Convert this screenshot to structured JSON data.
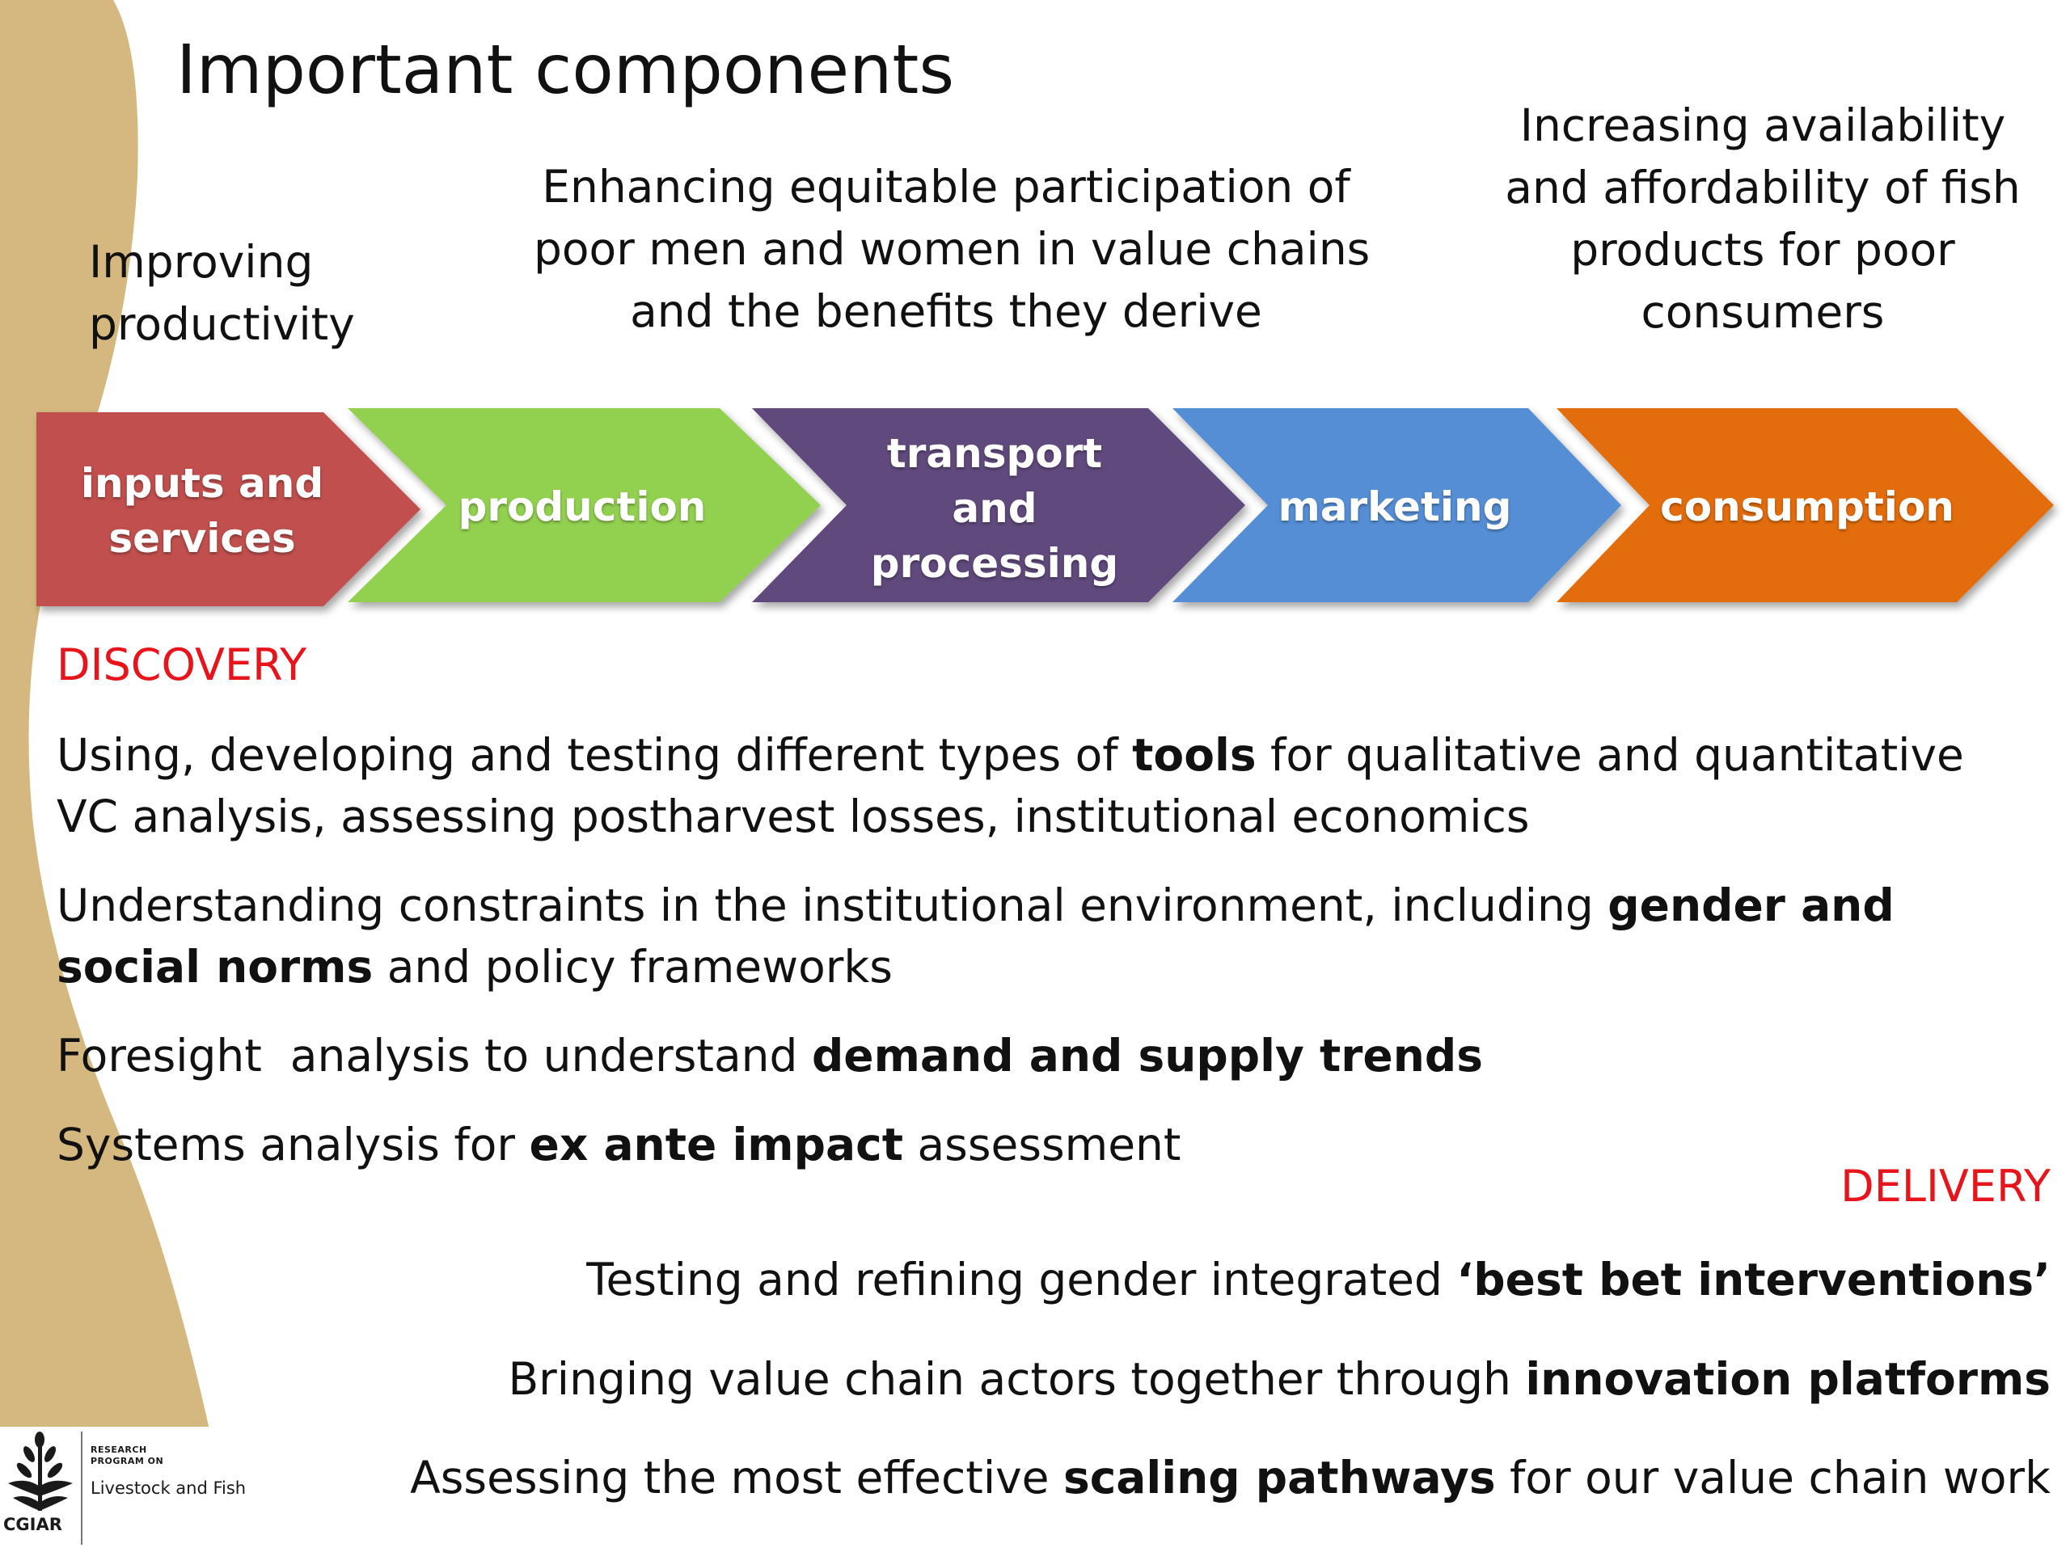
{
  "slide": {
    "title": "Important components",
    "background_color": "#ffffff",
    "band_color": "#d4b87f"
  },
  "goals": [
    {
      "lines": [
        "Improving",
        "productivity"
      ]
    },
    {
      "lines": [
        "Enhancing equitable participation of",
        "poor men and women in value chains",
        "and the benefits they derive"
      ]
    },
    {
      "lines": [
        "Increasing availability",
        "and affordability of fish",
        "products for poor",
        "consumers"
      ]
    }
  ],
  "value_chain": {
    "stages": [
      {
        "lines": [
          "inputs and",
          "services"
        ],
        "color": "#c0504d"
      },
      {
        "lines": [
          "production"
        ],
        "color": "#92d050"
      },
      {
        "lines": [
          "transport",
          "and",
          "processing"
        ],
        "color": "#604a7b"
      },
      {
        "lines": [
          "marketing"
        ],
        "color": "#558ed5"
      },
      {
        "lines": [
          "consumption"
        ],
        "color": "#e36c0a"
      }
    ]
  },
  "discovery": {
    "heading": "DISCOVERY",
    "heading_color": "#e8141b",
    "items": [
      {
        "pre": "Using, developing and testing different types of ",
        "bold": "tools",
        "post": " for qualitative and quantitative VC analysis, assessing postharvest losses, institutional economics"
      },
      {
        "pre": "Understanding constraints in the institutional environment, including ",
        "bold": "gender and social norms",
        "post": " and policy frameworks"
      },
      {
        "pre": "Foresight  analysis to understand ",
        "bold": "demand and supply trends",
        "post": ""
      },
      {
        "pre": "Systems analysis for ",
        "bold": "ex ante impact",
        "post": " assessment"
      }
    ]
  },
  "delivery": {
    "heading": "DELIVERY",
    "heading_color": "#e8141b",
    "items": [
      {
        "pre": "Testing and refining gender integrated ",
        "bold": "‘best bet interventions’",
        "post": ""
      },
      {
        "pre": "Bringing value chain actors together through ",
        "bold": "innovation platforms",
        "post": ""
      },
      {
        "pre": "Assessing the most effective ",
        "bold": "scaling pathways",
        "post": " for our value chain work"
      }
    ]
  },
  "logo": {
    "org": "CGIAR",
    "line1": "RESEARCH",
    "line2": "PROGRAM ON",
    "program": "Livestock and Fish",
    "icon": "cgiar-wheat-icon"
  }
}
